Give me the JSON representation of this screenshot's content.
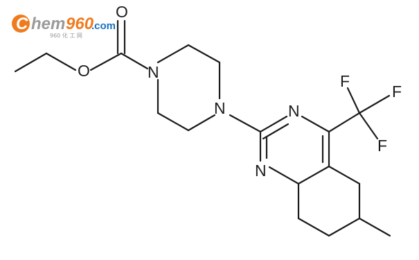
{
  "logo": {
    "initial": "C",
    "word": "hem",
    "number": "960",
    "tld": ".com",
    "subtitle": "960 化 工 网",
    "colors": {
      "orange": "#f07b1e",
      "grey": "#9a9a9a",
      "blue": "#1a6fc0"
    }
  },
  "atoms": {
    "o_carbonyl": "O",
    "o_ester": "O",
    "n_piperazine_1": "N",
    "n_piperazine_4": "N",
    "n_pyrimidine_3": "N",
    "n_pyrimidine_1": "N",
    "f_1": "F",
    "f_2": "F",
    "f_3": "F"
  },
  "colors": {
    "bond": "#1a1a1a",
    "text": "#1a1a1a",
    "background": "#ffffff"
  }
}
